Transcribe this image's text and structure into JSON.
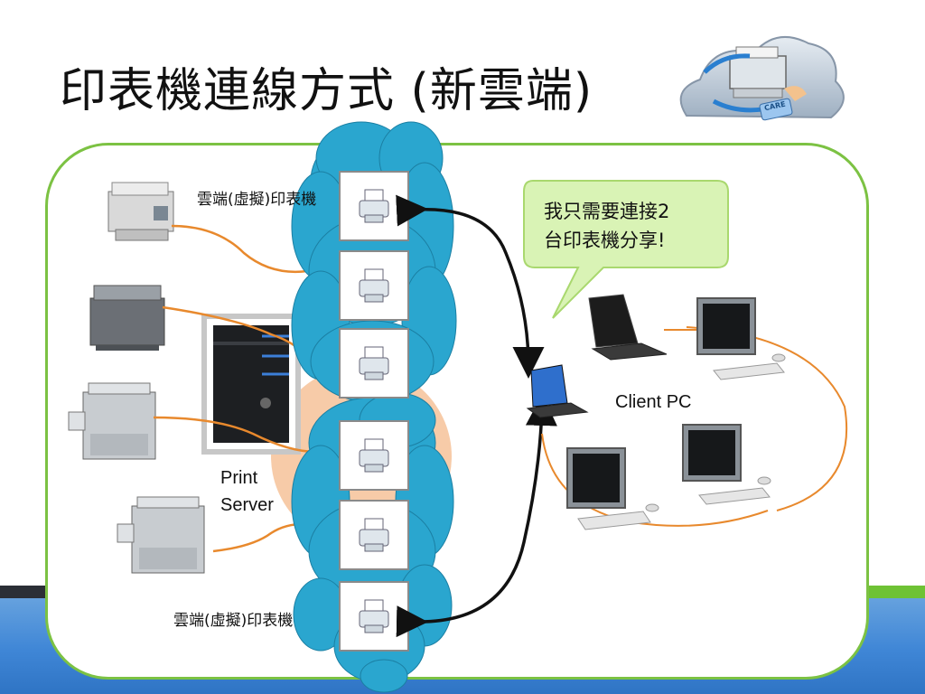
{
  "slide": {
    "title": "印表機連線方式 (新雲端)",
    "logo_text": "CARE"
  },
  "labels": {
    "cloud_printer_top": "雲端(虛擬)印表機",
    "cloud_printer_bottom": "雲端(虛擬)印表機",
    "print_server": "Print\nServer",
    "client_pc": "Client PC"
  },
  "callout": {
    "text_line1": "我只需要連接2",
    "text_line2": "台印表機分享!"
  },
  "colors": {
    "panel_border": "#7cc243",
    "cloud": "#2aa6cf",
    "cable": "#e8892d",
    "server_circle": "#f6c59e",
    "callout_bg": "#d9f3b5",
    "footer": "#3f86d6"
  }
}
